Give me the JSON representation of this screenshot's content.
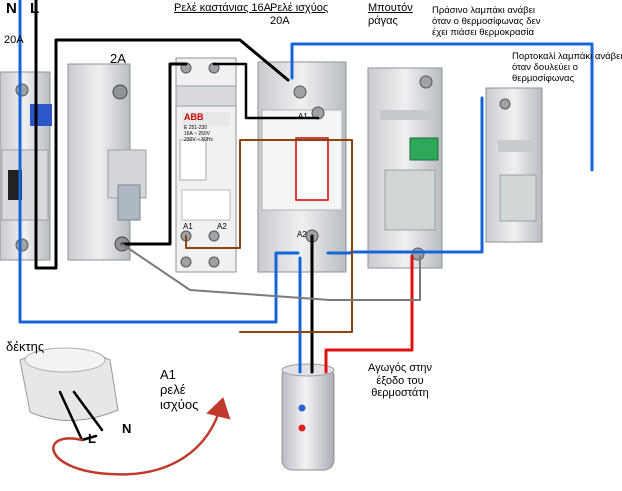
{
  "terminals": {
    "n": "N",
    "l": "L",
    "rating": "20A"
  },
  "breaker_2a": {
    "label": "2A"
  },
  "contactor_relay": {
    "title": "Ρελέ καστάνιας 16A",
    "brand": "ABB",
    "model": "E 251-230",
    "spec1": "16A ~ 250V",
    "spec2": "230V ~ 50Hz",
    "a1": "A1",
    "a2": "A2"
  },
  "power_relay": {
    "title": "Ρελέ ισχύος",
    "rating": "20A",
    "a1": "A1",
    "a2": "A2"
  },
  "rail_button": {
    "title": "Μπουτόν",
    "title2": "ράγας"
  },
  "green_lamp_note": {
    "l1": "Πράσινο λαμπάκι ανάβει",
    "l2": "όταν ο θερμοσίφωνας δεν",
    "l3": "έχει πιάσει θερμοκρασία"
  },
  "orange_lamp_note": {
    "l1": "Πορτοκαλί λαμπάκι ανάβει",
    "l2": "όταν δουλεύει ο",
    "l3": "θερμοσίφωνας"
  },
  "receiver": {
    "label": "δέκτης",
    "l": "L",
    "n": "N"
  },
  "a1_note": {
    "l1": "A1",
    "l2": "ρελέ",
    "l3": "ισχύος"
  },
  "thermostat_note": {
    "l1": "Αγωγός στην",
    "l2": "έξοδο του",
    "l3": "θερμοστάτη"
  },
  "colors": {
    "black": "#000000",
    "blue": "#1565d8",
    "red": "#e01010",
    "brown": "#8b4513",
    "gray": "#7a7a7a",
    "annotation_red": "#c0392b"
  }
}
